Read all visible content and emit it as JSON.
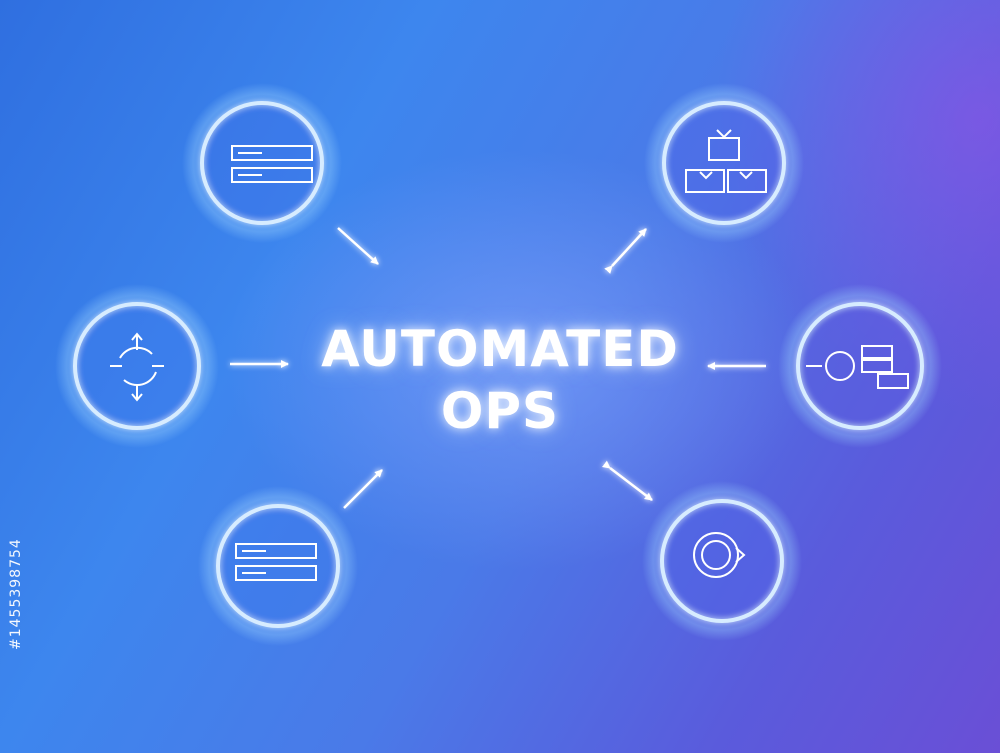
{
  "title": {
    "line1": "AUTOMATED",
    "line2": "OPS"
  },
  "nodes": [
    {
      "id": "top-left",
      "icon": "server-rack-icon"
    },
    {
      "id": "top-right",
      "icon": "hierarchy-flow-icon"
    },
    {
      "id": "mid-left",
      "icon": "crosshair-arrows-icon"
    },
    {
      "id": "mid-right",
      "icon": "process-flow-icon"
    },
    {
      "id": "bottom-left",
      "icon": "server-rack-icon"
    },
    {
      "id": "bottom-right",
      "icon": "refresh-cycle-icon"
    }
  ],
  "watermark": {
    "vertical_id": "#1455398754"
  },
  "colors": {
    "ring": "#cfe6ff",
    "glow": "#8fd0ff",
    "text": "#ffffff"
  }
}
